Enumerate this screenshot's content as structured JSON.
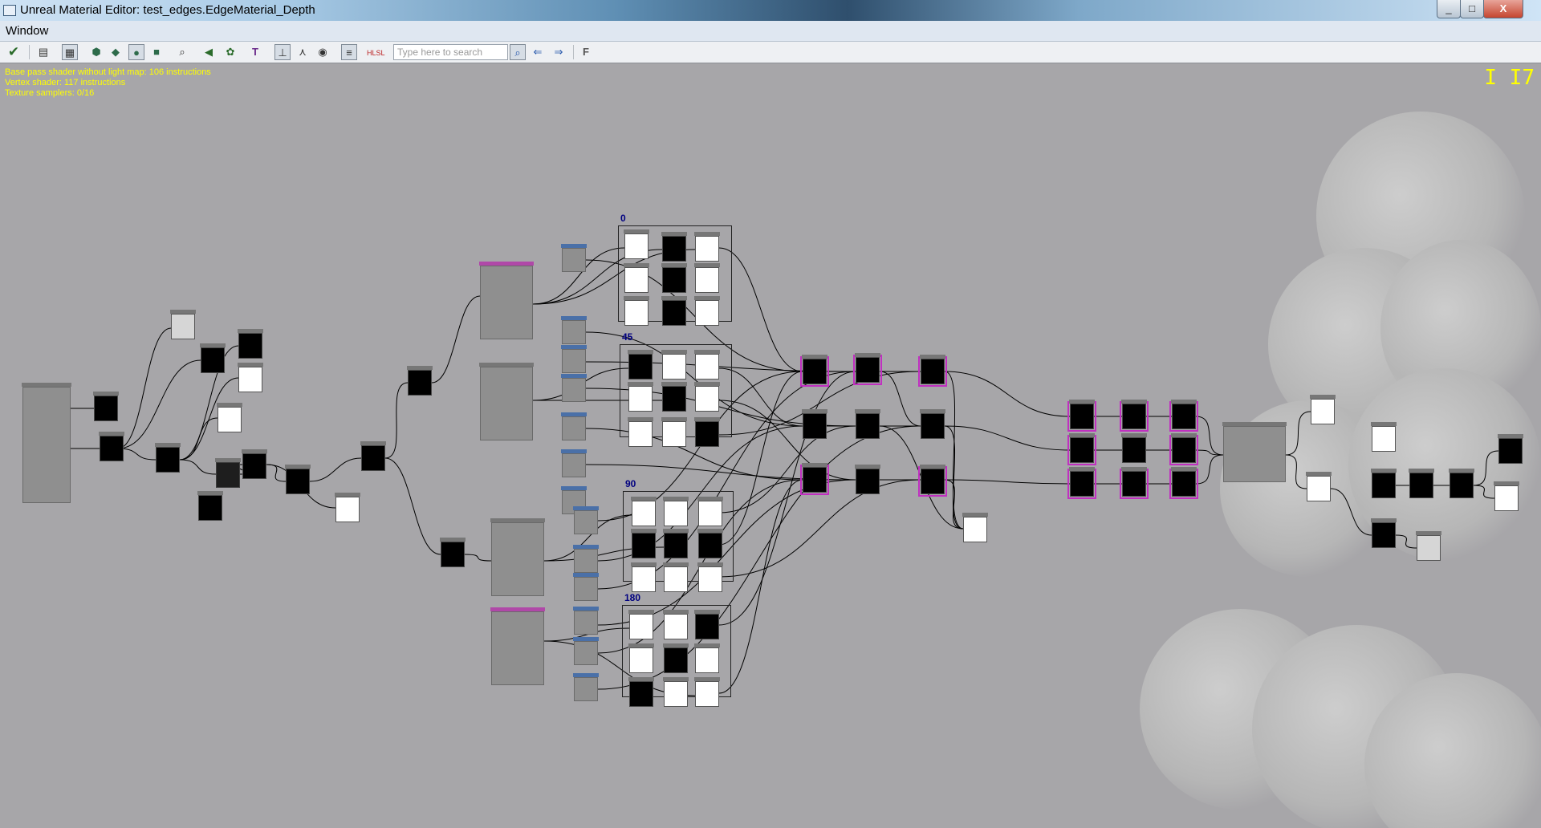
{
  "window": {
    "title": "Unreal Material Editor: test_edges.EdgeMaterial_Depth",
    "minimize": "_",
    "maximize": "□",
    "close": "X"
  },
  "menu": {
    "window": "Window"
  },
  "toolbar": {
    "search_placeholder": "Type here to search",
    "icons": [
      "apply-icon",
      "home-icon",
      "grid-icon",
      "cylinder-preview-icon",
      "cube-preview-icon",
      "sphere-preview-icon",
      "plane-preview-icon",
      "zoom-icon",
      "back-icon",
      "clean-icon",
      "toggle-stats-icon",
      "expressions-icon",
      "hierarchy-icon",
      "realtime-icon",
      "comment-icon",
      "hlsl-icon",
      "search-icon",
      "search-prev-icon",
      "search-next-icon",
      "function-icon"
    ]
  },
  "stats": {
    "line1": "Base pass shader without light map: 106 instructions",
    "line2": "Vertex shader: 117 instructions",
    "line3": "Texture samplers: 0/16"
  },
  "canvas": {
    "corner_mark": "I I7",
    "comment_labels": {
      "g0": "0",
      "g45": "45",
      "g90": "90",
      "g180": "180"
    }
  }
}
